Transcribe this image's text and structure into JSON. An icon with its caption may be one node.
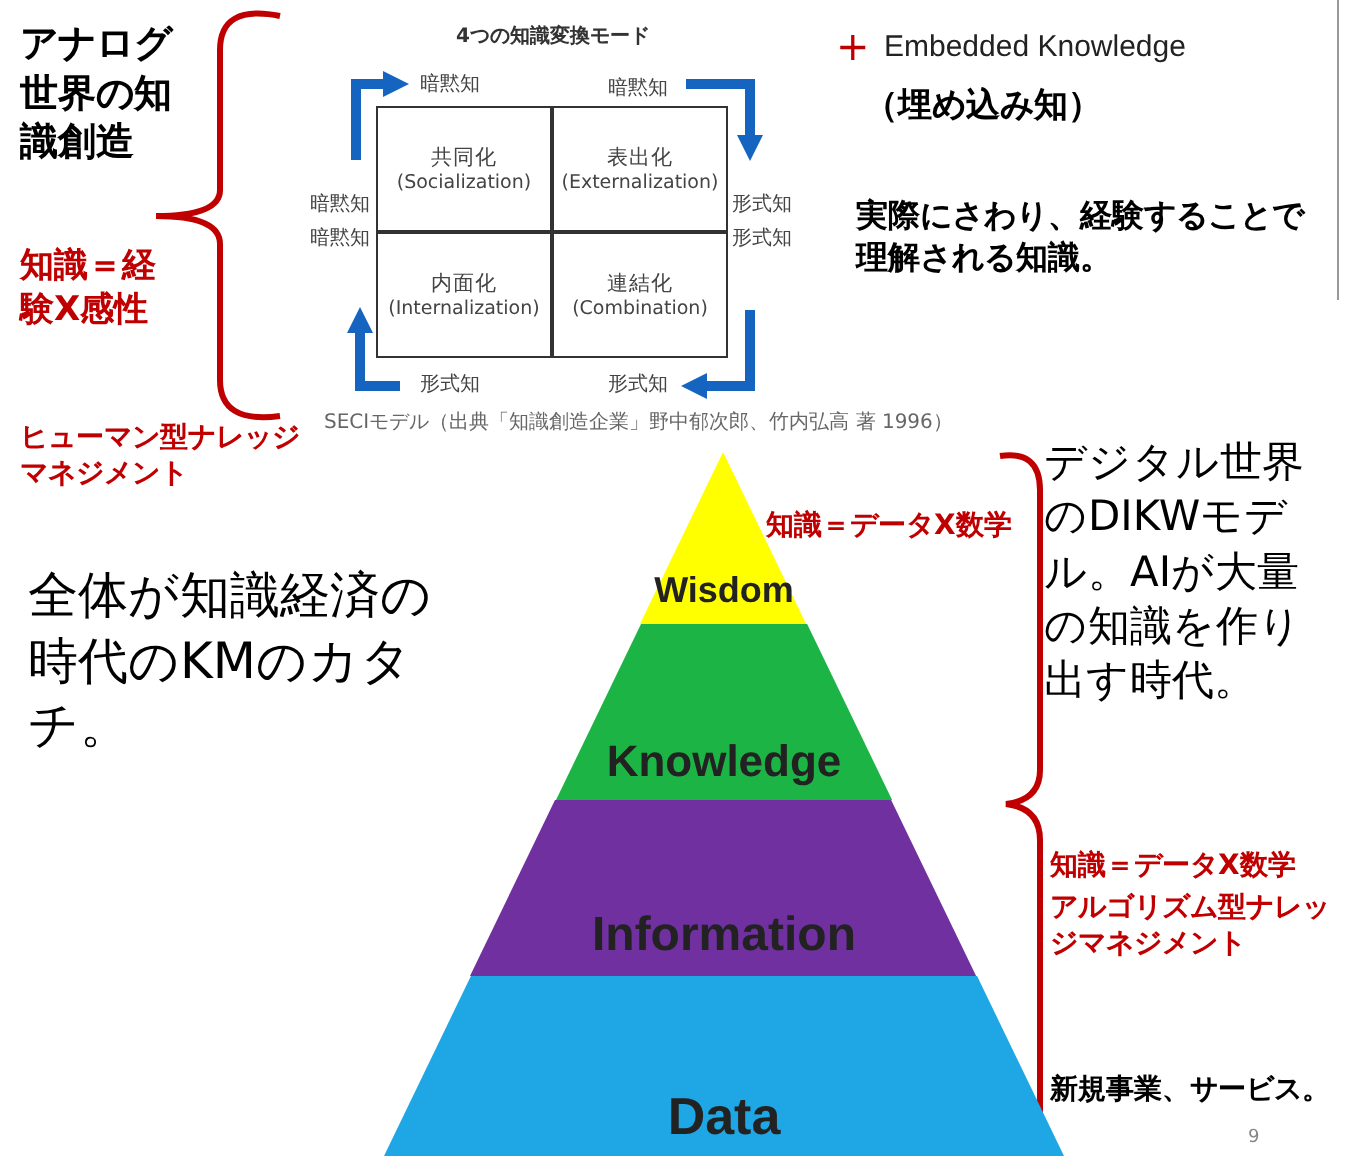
{
  "diagram": {
    "nodes": [
      {
        "text": [
          "共同化",
          "(Socialization)"
        ]
      },
      {
        "text": [
          "表出化",
          "(Externalization)"
        ]
      },
      {
        "text": [
          "内面化",
          "(Internalization)"
        ]
      },
      {
        "text": [
          "連結化",
          "(Combination)"
        ]
      },
      {
        "text": [
          "Wisdom"
        ]
      },
      {
        "text": [
          "Knowledge"
        ]
      },
      {
        "text": [
          "Information"
        ]
      },
      {
        "text": [
          "Data"
        ]
      }
    ],
    "labels": [
      "アナログ世界の知識創造",
      "知識＝経験X感性",
      "ヒューマン型ナレッジマネジメント",
      "4つの知識変換モード",
      "暗黙知",
      "暗黙知",
      "暗黙知",
      "形式知",
      "暗黙知",
      "形式知",
      "形式知",
      "形式知",
      "SECIモデル（出典「知識創造企業」野中郁次郎、竹内弘高 著 1996）",
      "+",
      "Embedded Knowledge",
      "（埋め込み知）",
      "実際にさわり、経験することで理解される知識。",
      "デジタル世界のDIKWモデル。AIが大量の知識を作り出す時代。",
      "知識＝データX数学",
      "全体が知識経済の時代のKMのカタチ。",
      "知識＝データX数学",
      "アルゴリズム型ナレッジマネジメント",
      "新規事業、サービス。",
      "9"
    ]
  }
}
